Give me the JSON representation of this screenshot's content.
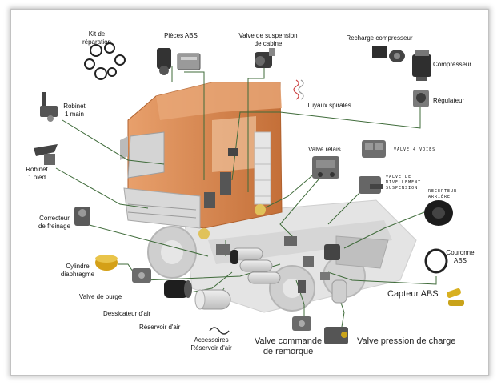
{
  "labels": {
    "kit_reparation": "Kit de\nréparation",
    "pieces_abs": "Pièces ABS",
    "valve_suspension_cabine": "Valve de suspension\nde cabine",
    "recharge_compresseur": "Recharge compresseur",
    "compresseur": "Compresseur",
    "regulateur": "Régulateur",
    "robinet_main": "Robinet\n1 main",
    "tuyaux_spirales": "Tuyaux spirales",
    "robinet_pied": "Robinet\n1 pied",
    "valve_relais": "Valve relais",
    "valve_4_voies": "VALVE 4 VOIES",
    "valve_nivellement": "VALVE DE\nNIVELLEMENT\nSUSPENSION",
    "recepteur_arriere": "RECEPTEUR\nARRIÈRE",
    "correcteur_freinage": "Correcteur\nde freinage",
    "couronne_abs": "Couronne\nABS",
    "cylindre_diaphragme": "Cylindre\ndiaphragme",
    "capteur_abs": "Capteur ABS",
    "valve_purge": "Valve de purge",
    "dessicateur": "Dessicateur d'air",
    "reservoir_air": "Réservoir d'air",
    "accessoires_reservoir": "Accessoires\nRéservoir d'air",
    "valve_commande_remorque": "Valve commande\nde remorque",
    "valve_pression_charge": "Valve pression de charge"
  },
  "colors": {
    "cab": "#e0915a",
    "cab_dark": "#c8763f",
    "chassis": "#d9d9d9",
    "line_green": "#3f6b3a",
    "frame_shadow": "#c8c8c8"
  }
}
